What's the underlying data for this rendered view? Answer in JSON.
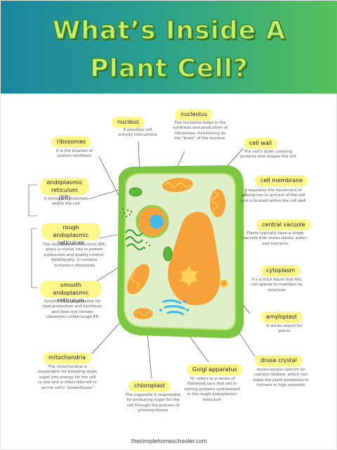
{
  "title": {
    "line1": "What’s Inside A",
    "line2": "Plant Cell?"
  },
  "parts": {
    "nucleus": {
      "label": "nucleus",
      "desc": "It provides cell activity instructions"
    },
    "nucleolus": {
      "label": "nucleolus",
      "desc": "The nucleolus helps in the synthesis and production of ribosomes, functioning as the \"brain\" of the nucleus."
    },
    "ribosomes": {
      "label": "ribosomes",
      "desc": "It is the location of protein synthesis"
    },
    "cell_wall": {
      "label": "cell wall",
      "desc": "The cell's outer covering protects and shapes the cell"
    },
    "endoplasmic_reticulum": {
      "label": "endoplasmic reticulum (ER)",
      "desc": "It transports materials within the cell"
    },
    "cell_membrane": {
      "label": "cell membrane",
      "desc": "It regulates the movement of substances in and out of the cell and is located within the cell wall"
    },
    "rough_er": {
      "label": "rough endoplasmic reticulum",
      "desc": "The endoplasmic reticulum (ER) plays a crucial role in protein production and quality control. Additionally, it contains numerous ribosomes"
    },
    "central_vacuole": {
      "label": "central vacuole",
      "desc": "Plants typically have a single vacuole that stores waste, water, and nutrients"
    },
    "cytoplasm": {
      "label": "cytoplasm",
      "desc": "It's a thick liquid that fills cell spaces to maintain its structure"
    },
    "smooth_er": {
      "label": "smooth endoplasmic reticulum",
      "desc": "Smooth ER is responsible for lipid production and synthesis and does not contain ribosomes unlike rough ER"
    },
    "amyloplast": {
      "label": "amyloplast",
      "desc": "It stores starch for plants"
    },
    "mitochondria": {
      "label": "mitochondria",
      "desc": "The mitochondria is responsible for breaking down sugar into energy for the cell to use and is often referred to as the cell's \"powerhouse\""
    },
    "druse_crystal": {
      "label": "druse crystal",
      "desc": "stores excess calcium as calcium oxalate, which can make the plant poisonous to humans in high amounts"
    },
    "golgi": {
      "label": "Golgi apparatus",
      "desc": "\"It\" refers to a series of flattened sacs that aid in sorting proteins synthesized in the rough endoplasmic reticulum"
    },
    "chloroplast": {
      "label": "chloroplast",
      "desc": "The organelle is responsible for producing sugar for the cell through the process of photosynthesis"
    }
  },
  "footer": "thesimplehomeschooler.com",
  "colors": {
    "header_start": "#1a86a0",
    "header_end": "#57c15a",
    "title_fill": "#c9ec6a",
    "label_bg": "#fff68c",
    "cell_wall": "#7cc642",
    "cytoplasm": "#dff0c8",
    "vacuole": "#f7a23a",
    "organelle_orange": "#f5a33a",
    "nucleolus": "#45b9e6"
  }
}
